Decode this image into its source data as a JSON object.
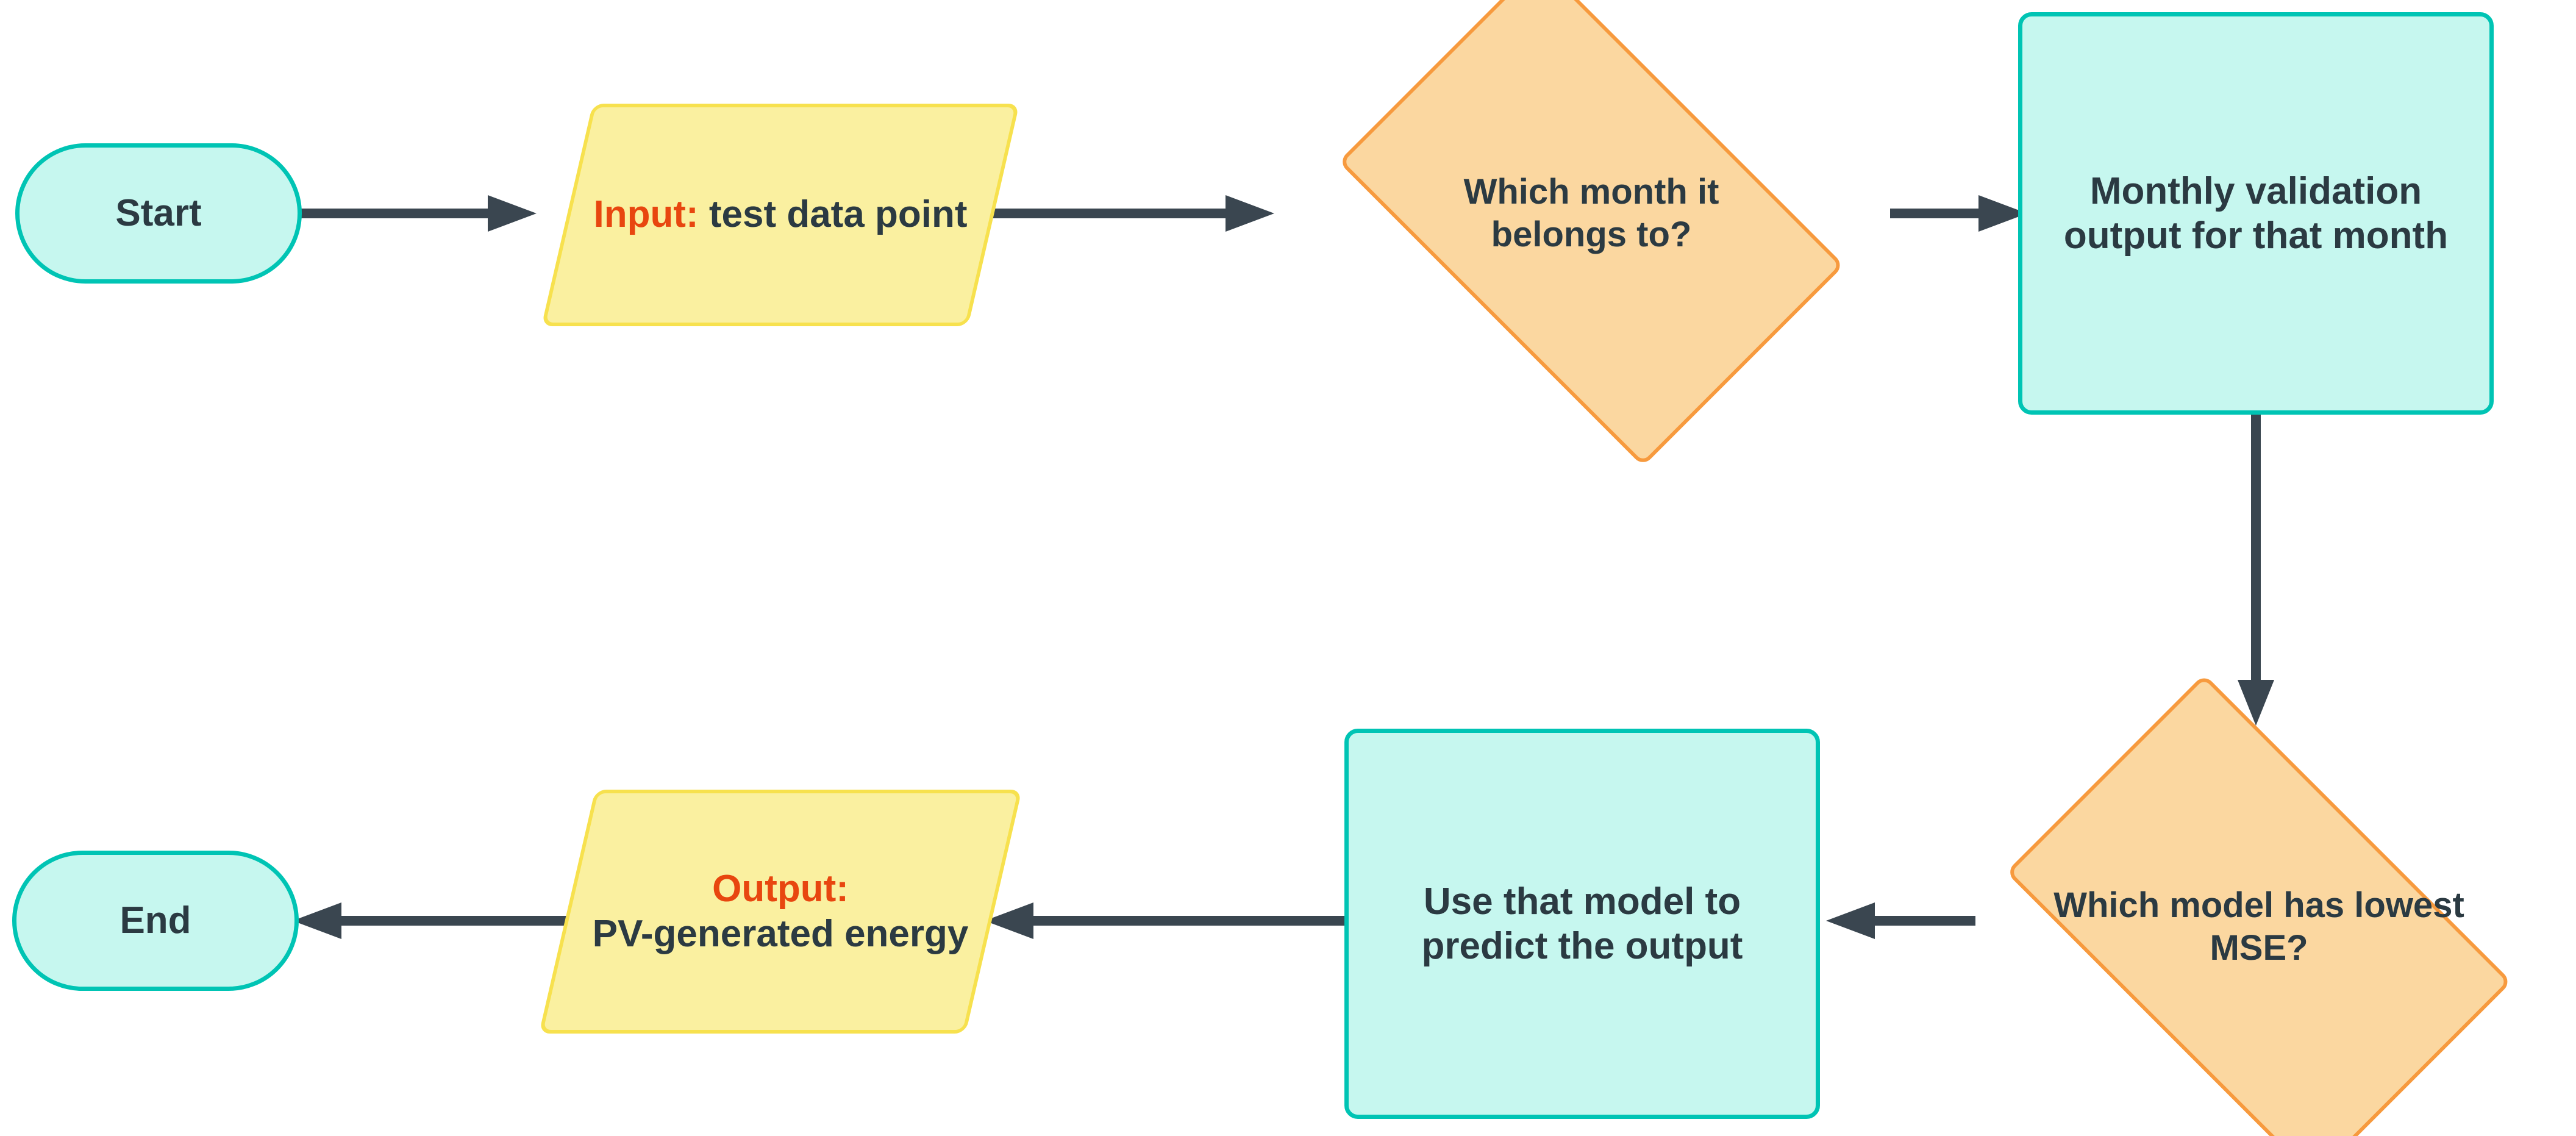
{
  "diagram": {
    "title": "PV-generated energy monthly model selection flowchart",
    "colors": {
      "terminator_fill": "#c6f7ef",
      "terminator_border": "#00c4b4",
      "process_fill": "#c6f7ef",
      "process_border": "#00c4b4",
      "io_fill": "#faf0a0",
      "io_border": "#f7e14e",
      "decision_fill": "#fbd7a0",
      "decision_border": "#f79a3e",
      "text": "#2b3a42",
      "keyword": "#e8460f",
      "connector": "#3a4650"
    },
    "nodes": {
      "start": {
        "label": "Start",
        "shape": "terminator"
      },
      "input": {
        "keyword": "Input:",
        "text": " test data point",
        "full_label": "Input: test data point",
        "shape": "parallelogram"
      },
      "month_decision": {
        "label": "Which month it belongs to?",
        "shape": "diamond"
      },
      "monthly_validation": {
        "label": "Monthly validation output for that month",
        "shape": "process"
      },
      "mse_decision": {
        "label": "Which model has lowest MSE?",
        "shape": "diamond"
      },
      "use_model": {
        "label": "Use that model to predict the output",
        "shape": "process"
      },
      "output": {
        "keyword": "Output:",
        "text": "PV-generated energy",
        "full_label": "Output: PV-generated energy",
        "shape": "parallelogram"
      },
      "end": {
        "label": "End",
        "shape": "terminator"
      }
    },
    "edges": [
      {
        "from": "start",
        "to": "input",
        "direction": "right",
        "label": ""
      },
      {
        "from": "input",
        "to": "month_decision",
        "direction": "right",
        "label": ""
      },
      {
        "from": "month_decision",
        "to": "monthly_validation",
        "direction": "right",
        "label": ""
      },
      {
        "from": "monthly_validation",
        "to": "mse_decision",
        "direction": "down",
        "label": ""
      },
      {
        "from": "mse_decision",
        "to": "use_model",
        "direction": "left",
        "label": ""
      },
      {
        "from": "use_model",
        "to": "output",
        "direction": "left",
        "label": ""
      },
      {
        "from": "output",
        "to": "end",
        "direction": "left",
        "label": ""
      }
    ]
  }
}
